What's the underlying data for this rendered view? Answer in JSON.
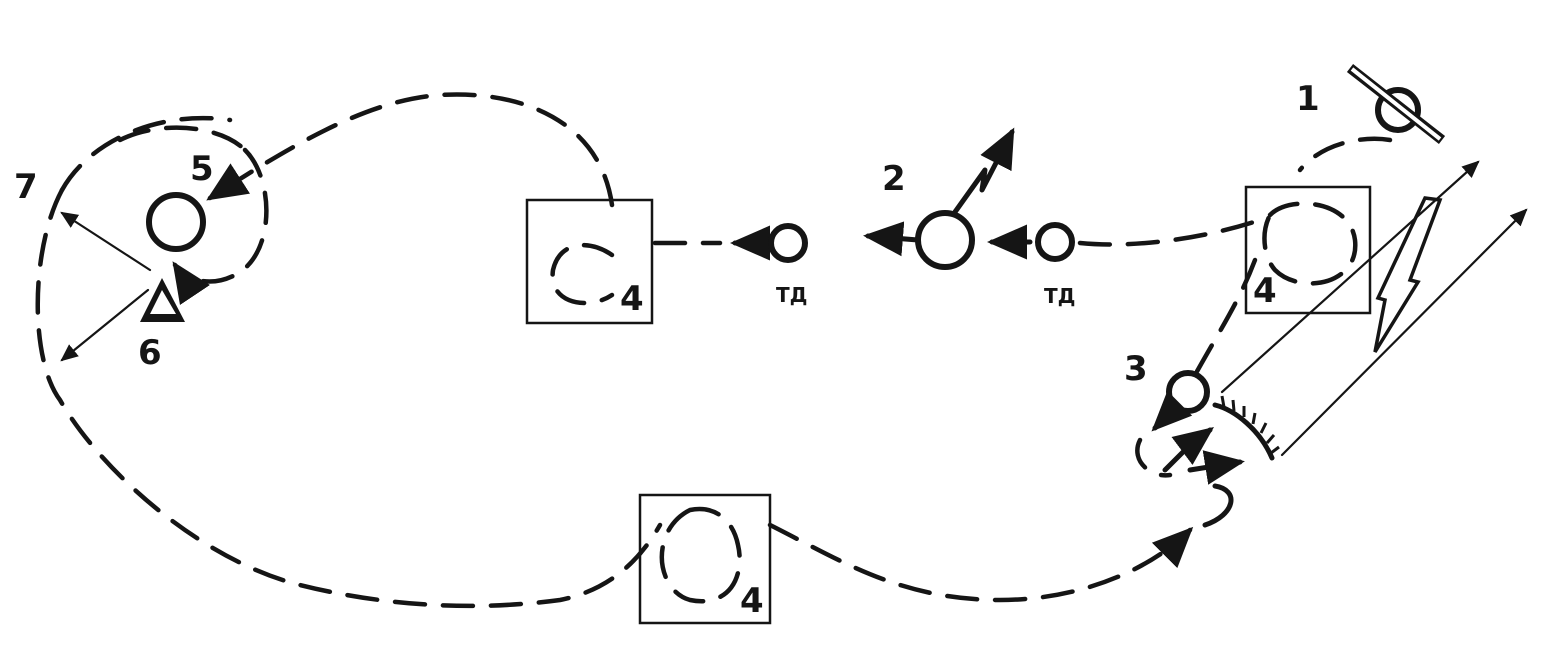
{
  "labels": {
    "station_1": "1",
    "station_2": "2",
    "station_3": "3",
    "box_label_a": "4",
    "box_label_b": "4",
    "box_label_c": "4",
    "station_5": "5",
    "station_6": "6",
    "station_7": "7",
    "td_left": "ТД",
    "td_right": "ТД"
  },
  "colors": {
    "ink": "#151515",
    "paper": "#ffffff"
  }
}
